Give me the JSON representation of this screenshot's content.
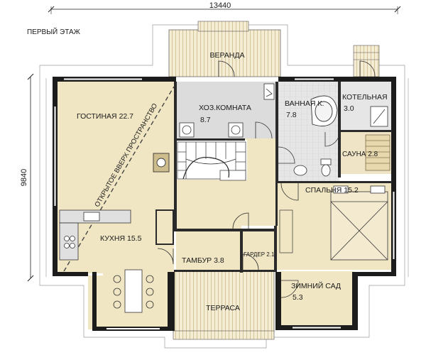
{
  "floor_label": "ПЕРВЫЙ ЭТАЖ",
  "dimensions": {
    "width": "13440",
    "height": "9840"
  },
  "rooms": {
    "veranda": {
      "name": "ВЕРАНДА"
    },
    "living": {
      "name": "ГОСТИНАЯ",
      "area": "22.7"
    },
    "utility": {
      "name": "ХОЗ.КОМНАТА",
      "area": "8.7"
    },
    "bathroom": {
      "name": "ВАННАЯ К.",
      "area": "7.8"
    },
    "boiler": {
      "name": "КОТЕЛЬНАЯ",
      "area": "3.0"
    },
    "sauna": {
      "name": "САУНА",
      "area": "2.8"
    },
    "bedroom": {
      "name": "СПАЛЬНЯ",
      "area": "15.2"
    },
    "kitchen": {
      "name": "КУХНЯ",
      "area": "15.5"
    },
    "vestibule": {
      "name": "ТАМБУР",
      "area": "3.8"
    },
    "wardrobe": {
      "name": "ГАРДЕР",
      "area": "2.1"
    },
    "winter_garden": {
      "name": "ЗИМНИЙ САД",
      "area": "5.3"
    },
    "terrace": {
      "name": "ТЕРРАСА"
    }
  },
  "annotations": {
    "open_space": "ОТКРЫТОЕ ВВЕРХ ПРОСТРАНСТВО"
  },
  "colors": {
    "tan": "#f1e6c3",
    "deck": "#f5ecd4",
    "gray": "#dedede",
    "wall": "#1c1c1c",
    "deck_line": "#c9b98a"
  }
}
